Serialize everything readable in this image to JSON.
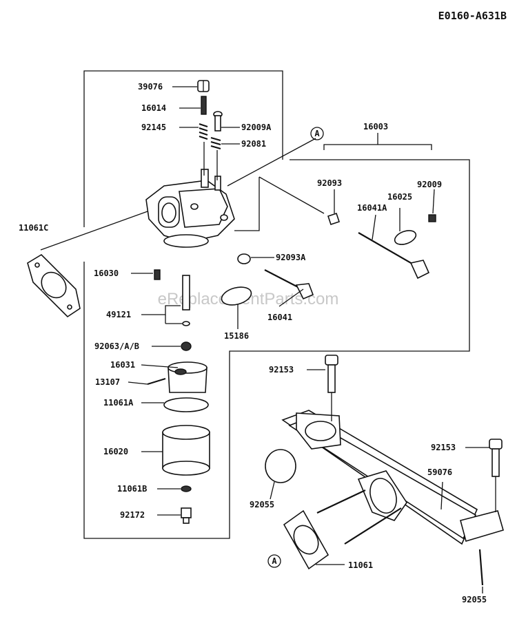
{
  "diagram_code": "E0160-A631B",
  "watermark": "eReplacementParts.com",
  "reference_mark": "A",
  "parts": {
    "p39076": "39076",
    "p16014": "16014",
    "p92145": "92145",
    "p92009A": "92009A",
    "p92081": "92081",
    "p16003": "16003",
    "p92093": "92093",
    "p92009": "92009",
    "p16025": "16025",
    "p16041A": "16041A",
    "p11061C": "11061C",
    "p16030": "16030",
    "p92093A": "92093A",
    "p49121": "49121",
    "p16041": "16041",
    "p15186": "15186",
    "p92063AB": "92063/A/B",
    "p16031": "16031",
    "p13107": "13107",
    "p11061A": "11061A",
    "p16020": "16020",
    "p11061B": "11061B",
    "p92172": "92172",
    "p92153a": "92153",
    "p92153b": "92153",
    "p59076": "59076",
    "p92055a": "92055",
    "p11061": "11061",
    "p92055b": "92055"
  }
}
